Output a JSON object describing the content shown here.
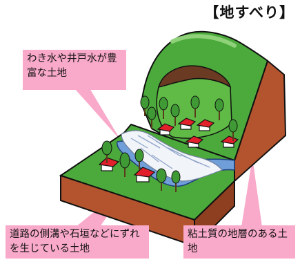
{
  "title": "【地すべり】",
  "callouts": {
    "spring_water": "わき水や井戸水が豊富な土地",
    "wall_shift": "道路の側溝や石垣などにずれを生じている土地",
    "clay_layer": "粘土質の地層のある土地"
  },
  "colors": {
    "callout_fill": "#f9a9c9",
    "grass": "#4caa3c",
    "dark_grass": "#2f7d2a",
    "soil": "#b3542e",
    "water": "#6f9ed9",
    "house_roof": "#e2202b"
  }
}
